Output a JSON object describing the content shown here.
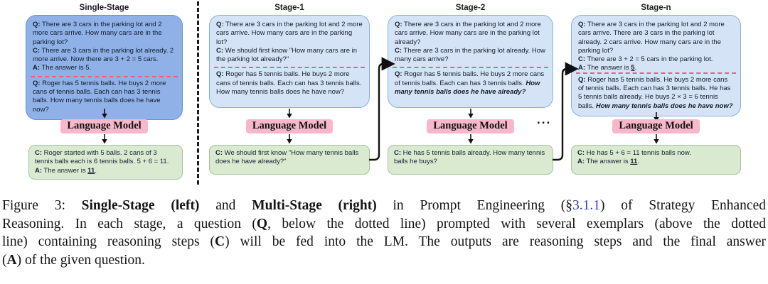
{
  "diagram": {
    "labels": {
      "q": "Q:",
      "c": "C:",
      "a": "A:"
    },
    "lm_label": "Language Model",
    "ellipsis": "...",
    "columns": [
      {
        "title": "Single-Stage",
        "exemplar": {
          "q": "There are 3 cars in the parking lot and 2 more cars arrive. How many cars are in the parking lot?",
          "c": "There are 3 cars in the parking lot already. 2 more arrive. Now there are 3 + 2 = 5 cars.",
          "a": "The answer is 5."
        },
        "question": {
          "pre": "Roger has 5 tennis balls. He buys 2 more cans of tennis balls. Each can has 3 tennis balls. How many tennis balls does he have now?"
        },
        "output": {
          "c": "Roger started with 5 balls. 2 cans of 3 tennis balls each is 6 tennis balls. 5 + 6 = 11.",
          "a_pre": "The answer is ",
          "a_num": "11",
          "a_post": "."
        }
      },
      {
        "title": "Stage-1",
        "exemplar": {
          "q": "There are 3 cars in the parking lot and 2 more cars arrive. How many cars are in the parking lot?",
          "c": "We should first know \"How many cars are in the parking lot already?\""
        },
        "question": {
          "pre": "Roger has 5 tennis balls. He buys 2 more cans of tennis balls. Each can has 3 tennis balls. How many tennis balls does he have now?"
        },
        "output": {
          "c": "We should first know \"How many tennis balls does he have already?\""
        }
      },
      {
        "title": "Stage-2",
        "exemplar": {
          "q": "There are 3 cars in the parking lot and 2 more cars arrive. How many cars are in the parking lot already?",
          "c": "There are 3 cars in the parking lot already. How many cars arrive?"
        },
        "question": {
          "pre": "Roger has 5 tennis balls. He buys 2 more cans of tennis balls. Each can has 3 tennis balls. ",
          "emph": "How many tennis balls does he have already?"
        },
        "output": {
          "c": "He has 5 tennis balls already. How many tennis balls he buys?"
        }
      },
      {
        "title": "Stage-n",
        "exemplar": {
          "q": "There are 3 cars in the parking lot and 2 more cars arrive. There are 3 cars in the parking lot already. 2 cars arrive. How many cars are in the parking lot?",
          "c": "There are 3 + 2 = 5 cars in the parking lot.",
          "a_pre": "The answer is ",
          "a_num": "5",
          "a_post": "."
        },
        "question": {
          "pre": "Roger has 5 tennis balls. He buys 2 more cans of tennis balls. Each can has 3 tennis balls. He has 5 tennis balls already. He buys 2 × 3 = 6 tennis balls. ",
          "emph": "How many tennis balls does he have now?"
        },
        "output": {
          "c": "He has 5 + 6 = 11 tennis balls now.",
          "a_pre": "The answer is ",
          "a_num": "11",
          "a_post": "."
        }
      }
    ]
  },
  "caption": {
    "l1": {
      "a": "Figure 3: ",
      "b": "Single-Stage (left)",
      "c": " and ",
      "d": "Multi-Stage (right)",
      "e": " in Prompt Engineering (§",
      "f": "3.1.1",
      "g": ") of Strategy Enhanced"
    },
    "l2": {
      "a": "Reasoning. In each stage, a question (",
      "b": "Q",
      "c": ", below the dotted line) prompted with several exemplars (above the dotted"
    },
    "l3": {
      "a": "line) containing reasoning steps (",
      "b": "C",
      "c": ") will be fed into the LM. The outputs are reasoning steps and the final answer"
    },
    "l4": {
      "a": "(",
      "b": "A",
      "c": ") of the given question."
    }
  },
  "colors": {
    "single_stage_fill": "#8fb1e8",
    "stage_fill": "#d4e4f6",
    "output_fill": "#d9ead1",
    "lm_fill": "#f8b7cb",
    "dashed_separator": "#ec5e8b",
    "link_blue": "#323bd2"
  }
}
